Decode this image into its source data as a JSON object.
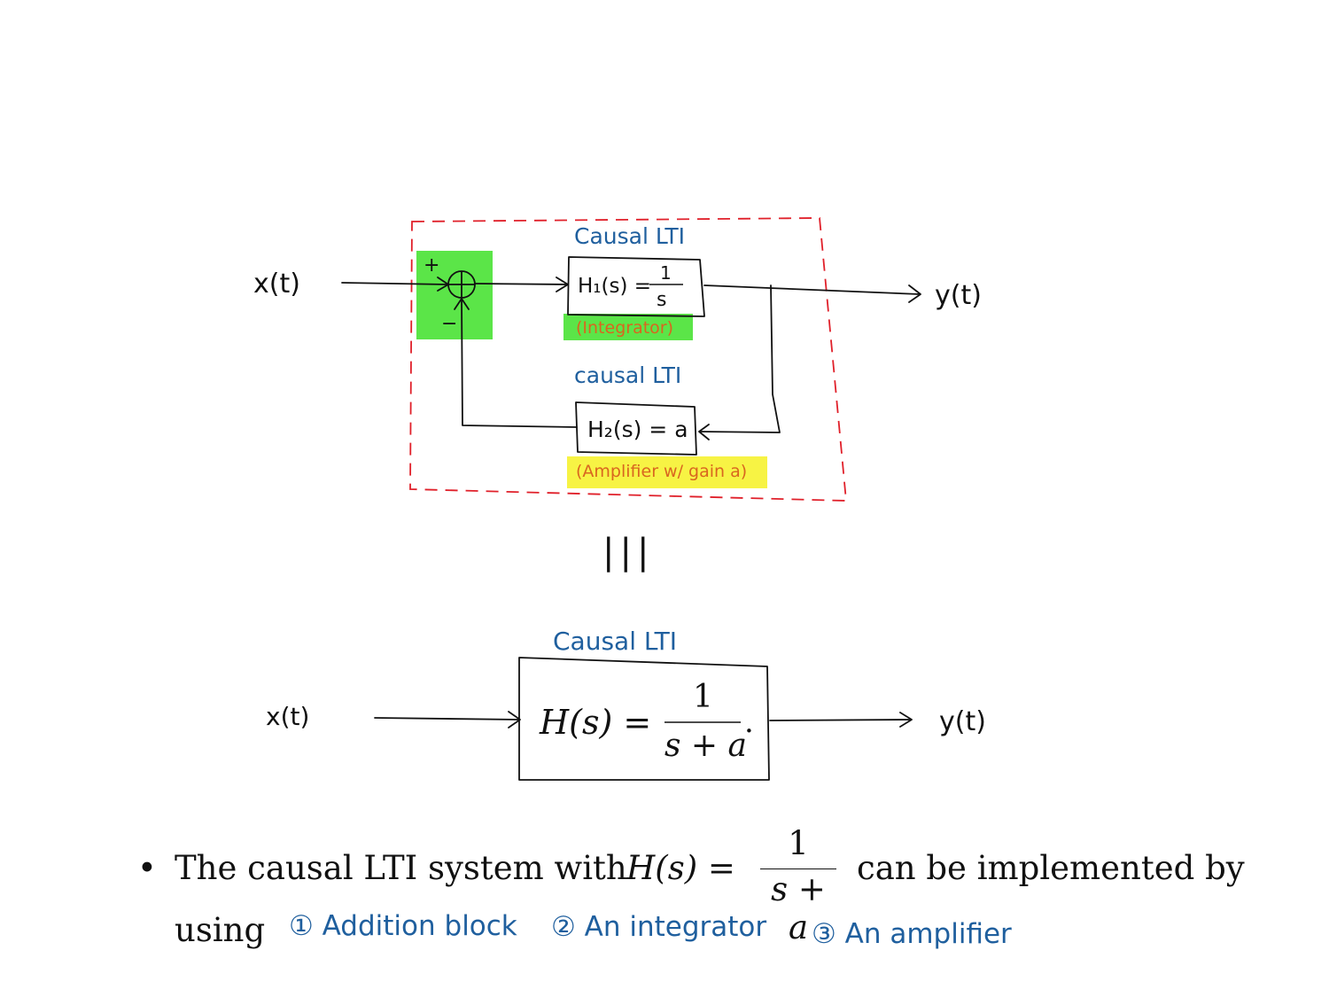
{
  "top_diagram": {
    "input_label": "x(t)",
    "output_label": "y(t)",
    "sum_plus_top": "+",
    "sum_minus": "−",
    "h1_caption": "Causal LTI",
    "h1_label": "H₁(s) =",
    "h1_num": "1",
    "h1_den": "s",
    "h1_note": "(Integrator)",
    "h2_caption": "causal LTI",
    "h2_label": "H₂(s) = a",
    "h2_note": "(Amplifier w/ gain a)",
    "colors": {
      "dashed_box": "#e0202a",
      "green_highlight": "#3ee028",
      "yellow_highlight": "#f7f23a",
      "blue_ink": "#1f5f9e",
      "orange_ink": "#d9661f"
    }
  },
  "equivalence_symbol": "|||",
  "bottom_diagram": {
    "caption": "Causal LTI",
    "input_label": "x(t)",
    "output_label": "y(t)",
    "lhs": "H(s) =",
    "num": "1",
    "den": "s + a",
    "trailing": "."
  },
  "bullet": {
    "dot": "•",
    "text_before": "The causal LTI system with",
    "hs": "H(s) =",
    "frac_num": "1",
    "frac_den": "s + a",
    "text_after": "can be implemented by",
    "using": "using",
    "items": [
      "① Addition block",
      "② An integrator",
      "③ An amplifier"
    ]
  }
}
